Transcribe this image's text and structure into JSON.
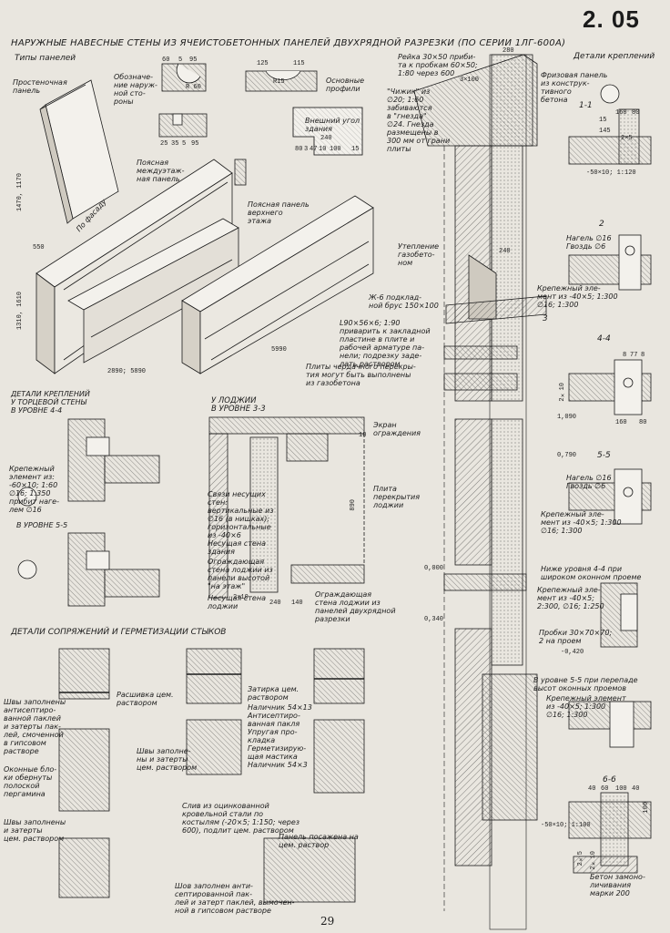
{
  "sheet": {
    "number": "2. 05",
    "page": "29",
    "title": "НАРУЖНЫЕ НАВЕСНЫЕ СТЕНЫ ИЗ ЯЧЕИСТОБЕТОННЫХ ПАНЕЛЕЙ ДВУХРЯДНОЙ РАЗРЕЗКИ (ПО СЕРИИ 1ЛГ-600А)"
  },
  "sections": {
    "panel_types": "Типы панелей",
    "attachment_details": "Детали креплений",
    "end_wall_details": "ДЕТАЛИ КРЕПЛЕНИЙ\nУ ТОРЦЕВОЙ СТЕНЫ\nВ УРОВНЕ 4-4",
    "level_5_5": "В УРОВНЕ 5-5",
    "loggia": "У ЛОДЖИИ\nВ УРОВНЕ 3-3",
    "joints": "ДЕТАЛИ СОПРЯЖЕНИЙ И ГЕРМЕТИЗАЦИИ СТЫКОВ"
  },
  "labels": {
    "wall_panel": "Простеночная\nпанель",
    "outer_side": "Обозначе-\nние наруж-\nной сто-\nроны",
    "main_profiles": "Основные\nпрофили",
    "outer_corner": "Внешний угол\nздания",
    "interfloor_panel": "Поясная\nмеждуэтаж-\nная панель",
    "top_floor_panel": "Поясная панель\nверхнего\nэтажа",
    "by_facade": "По фасаду",
    "rail": "Рейка 30×50 приби-\nта к пробкам 60×50;\n1:80 через 600",
    "plugs": "\"Чижик\" из\n∅20; 1:60\nзабиваются\nв \"гнезда\"\n∅24. Гнезда\nразмещены в\n300 мм от грани\nплиты",
    "frieze_panel": "Фризовая панель\nиз конструк-\nтивного\nбетона",
    "insulation": "Утепление\nгазобето-\nном",
    "bar": "Ж-6 подклад-\nной брус 150×100",
    "angle": "L90×56×6; 1:90\nприварить к закладной\nпластине в плите и\nрабочей арматуре па-\nнели; подрезку заде-\nлать раствором",
    "attic_slabs": "Плиты чердачного перекры-\nтия могут быть выполнены\nиз газобетона",
    "nail_1": "Нагель ∅16\nГвоздь ∅6",
    "fastener_1": "Крепежный эле-\nмент из -40×5; 1:300\n∅16; 1:300",
    "nail_2": "Нагель ∅16\nГвоздь ∅6",
    "fastener_2": "Крепежный эле-\nмент из -40×5; 1:300\n∅16; 1:300",
    "below_4_4": "Ниже уровня 4-4 при\nшироком оконном проеме",
    "fastener_3": "Крепежный эле-\nмент из -40×5;\n2:300, ∅16; 1:250",
    "plugs_2": "Пробки 30×70×70;\n2 на проем",
    "level_5_5_diff": "В уровне 5-5 при перепаде\nвысот оконных проемов",
    "fastener_4": "Крепежный элемент\nиз -40×5; 1:300\n∅16; 1:300",
    "concrete": "Бетон замоно-\nличивания\nмарки 200",
    "endwall_fastener": "Крепежный\nэлемент из:\n-60×10; 1:60\n∅16; 1:350\nприбит наге-\nлем ∅16",
    "screen": "Экран\nограждения",
    "loggia_slab": "Плита\nперекрытия\nлоджии",
    "ties": "Связи несущих\nстен:\nвертикальные из\n∅16 (в нишках);\nгоризонтальные\nиз -40×6",
    "bearing_wall": "Несущая стена\nздания",
    "fence_wall": "Ограждающая\nстена лоджии из\nпанели высотой\n\"на этаж\"",
    "bearing_loggia": "Несущая стена\nлоджии",
    "fence_wall_2": "Ограждающая\nстена лоджии из\nпанелей двухрядной\nразрезки",
    "jointing": "Расшивка цем.\nраствором",
    "seams_1": "Швы заполнены\nантисептиро-\nванной паклей\nи затерты пак-\nлей, смоченной\nв гипсовом\nрастворе",
    "window_blocks": "Оконные бло-\nки обернуты\nполоской\nпергамина",
    "seams_2": "Швы заполнены\nи затерты\nцем. раствором",
    "seams_3": "Швы заполне-\nны и затерты\nцем. раствором",
    "rubbing": "Затирка цем.\nраствором",
    "strip_1": "Наличник 54×13\nАнтисептиро-\nванная пакля\nУпругая про-\nкладка\nГерметизирую-\nщая мастика\nНаличник 54×3",
    "drip": "Слив из оцинкованной\nкровельной стали по\nкостылям (-20×5; 1:150; через\n600), подлит цем. раствором",
    "panel_mortar": "Панель посажена на\nцем. раствор",
    "seam_tow": "Шов заполнен анти-\nсептированной пак-\nлей и затерт паклей, вымочен-\nной в гипсовом растворе"
  },
  "section_marks": [
    "1-1",
    "2",
    "3",
    "4-4",
    "5-5",
    "6-6"
  ],
  "elevations": [
    "0,000",
    "0,340",
    "-0,420",
    "1,090",
    "0,790"
  ],
  "dimensions": {
    "profile_top": [
      "60",
      "5",
      "95"
    ],
    "profile_mid": [
      "25",
      "35",
      "5",
      "95"
    ],
    "r60": "R 60",
    "corner_top": [
      "125",
      "115"
    ],
    "r15": "R15",
    "corner_width": "240",
    "corner_parts": [
      "80",
      "3",
      "47",
      "10",
      "100",
      "15"
    ],
    "panel_heights": [
      "1470, 1170",
      "1310, 1610"
    ],
    "panel_lengths": [
      "550",
      "2890; 5890",
      "5990"
    ],
    "eave_widths": [
      "280",
      "240",
      "3×100"
    ],
    "detail_1_1": [
      "160",
      "80",
      "15",
      "145",
      "2×5",
      "-50×10; 1:120"
    ],
    "detail_4_4": [
      "8",
      "77",
      "8",
      "160",
      "80",
      "2×10"
    ],
    "loggia_dims": [
      "890",
      "240",
      "140",
      "2×10",
      "10"
    ],
    "detail_6_6": [
      "40",
      "60",
      "100",
      "40",
      "100",
      "-50×10; 1:100",
      "2×5",
      "2×10"
    ]
  }
}
